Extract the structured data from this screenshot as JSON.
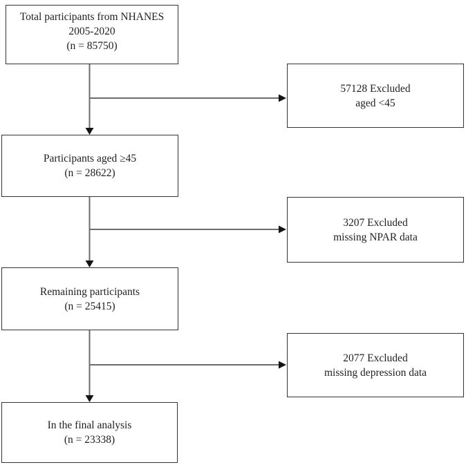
{
  "colors": {
    "background": "#ffffff",
    "box_border": "#333333",
    "arrow_line": "#6b6b6b",
    "arrow_head": "#141414",
    "text": "#1f1f1f"
  },
  "flowchart": {
    "main_boxes": [
      {
        "name": "total-participants",
        "lines": [
          "Total participants from NHANES",
          "2005-2020",
          "(n = 85750)"
        ]
      },
      {
        "name": "participants-aged-45",
        "lines": [
          "Participants aged ≥45",
          "(n = 28622)"
        ]
      },
      {
        "name": "remaining-participants",
        "lines": [
          "Remaining participants",
          "(n = 25415)"
        ]
      },
      {
        "name": "final-analysis",
        "lines": [
          "In the final analysis",
          "(n = 23338)"
        ]
      }
    ],
    "exclusion_boxes": [
      {
        "name": "excluded-aged-under-45",
        "lines": [
          "57128 Excluded",
          "aged <45"
        ]
      },
      {
        "name": "excluded-missing-npar",
        "lines": [
          "3207 Excluded",
          "missing NPAR data"
        ]
      },
      {
        "name": "excluded-missing-depression",
        "lines": [
          "2077 Excluded",
          "missing depression data"
        ]
      }
    ]
  }
}
